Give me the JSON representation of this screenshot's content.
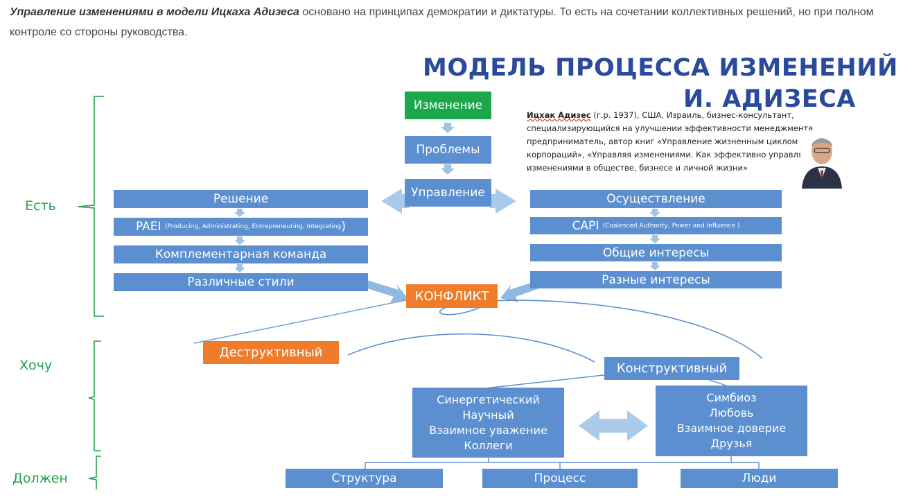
{
  "intro": {
    "bold": "Управление изменениями в модели Ицкаха Адизеса",
    "rest": " основано на принципах демократии и диктатуры. То есть на сочетании коллективных решений, но при полном контроле со стороны руководства."
  },
  "diagram": {
    "title_line1": "МОДЕЛЬ ПРОЦЕССА ИЗМЕНЕНИЙ",
    "title_line2": "И. АДИЗЕСА",
    "bio_name": "Ицхак Адизес",
    "bio_text": " (г.р. 1937), США, Израиль, бизнес-консультант, специализирующийся на улучшении эффективности менеджмента, предприниматель, автор книг «Управление жизненным циклом корпораций», «Управляя изменениями. Как эффективно управлять изменениями в обществе, бизнесе и личной жизни»",
    "center": {
      "change": "Изменение",
      "problems": "Проблемы",
      "management": "Управление"
    },
    "left": {
      "solution": "Решение",
      "paei": "PAEI",
      "paei_detail": "(Producing, Administrating, Entrepreneuring, Integrating",
      "paei_close": ")",
      "team": "Комплементарная команда",
      "styles": "Различные стили"
    },
    "right": {
      "implementation": "Осуществление",
      "capi": "CAPI",
      "capi_detail": "(Coalesced Authority, Power and Influence )",
      "common": "Общие интересы",
      "different": "Разные интересы"
    },
    "conflict": "КОНФЛИКТ",
    "destructive": "Деструктивный",
    "constructive": "Конструктивный",
    "synergy": [
      "Синергетический",
      "Научный",
      "Взаимное уважение",
      "Коллеги"
    ],
    "symbiosis": [
      "Симбиоз",
      "Любовь",
      "Взаимное доверие",
      "Друзья"
    ],
    "bottom": {
      "structure": "Структура",
      "process": "Процесс",
      "people": "Люди"
    },
    "side": {
      "is": "Есть",
      "want": "Хочу",
      "should": "Должен"
    },
    "colors": {
      "box": "#5b8fcf",
      "green": "#1aa84b",
      "orange": "#ef7c2a",
      "title": "#2c4a9c",
      "side": "#24a14a"
    }
  }
}
